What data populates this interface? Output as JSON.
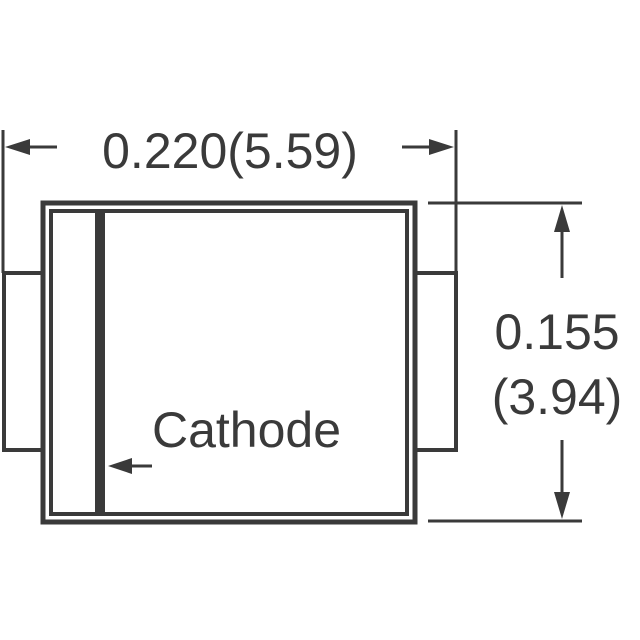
{
  "diagram": {
    "width_label": "0.220(5.59)",
    "height_label_inch": "0.155",
    "height_label_mm": "(3.94)",
    "cathode_label": "Cathode",
    "line_color": "#3a3a3a"
  }
}
